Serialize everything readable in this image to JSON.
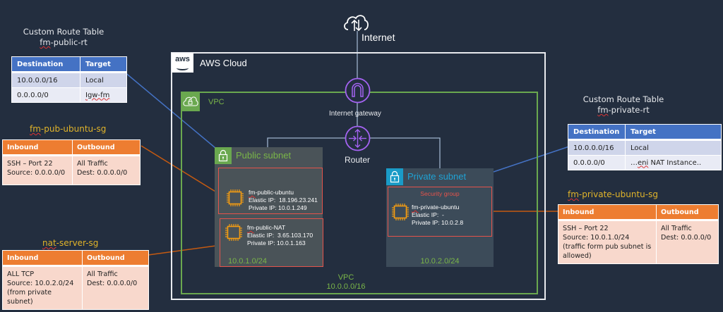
{
  "internet": {
    "label": "Internet",
    "icon": "internet-cloud-icon"
  },
  "aws_cloud": {
    "label": "AWS Cloud",
    "logo": "aws"
  },
  "vpc": {
    "label": "VPC",
    "footer_label": "VPC",
    "cidr": "10.0.0.0/16"
  },
  "internet_gateway": {
    "label": "Internet gateway"
  },
  "router": {
    "label": "Router"
  },
  "public_route_table": {
    "caption": "Custom Route Table",
    "name_prefix": "fm",
    "name_suffix": "-public-rt",
    "headers": [
      "Destination",
      "Target"
    ],
    "rows": [
      {
        "destination": "10.0.0.0/16",
        "target": "Local"
      },
      {
        "destination": "0.0.0.0/0",
        "target": "Igw-fm"
      }
    ]
  },
  "private_route_table": {
    "caption": "Custom Route Table",
    "name_prefix": "fm",
    "name_suffix": "-private-rt",
    "headers": [
      "Destination",
      "Target"
    ],
    "rows": [
      {
        "destination": "10.0.0.0/16",
        "target": "Local"
      },
      {
        "destination": "0.0.0.0/0",
        "target_prefix": "…",
        "target_wavy": "eni",
        "target_suffix": " NAT Instance.."
      }
    ]
  },
  "pub_ubuntu_sg": {
    "title_prefix": "fm",
    "title_suffix": "-pub-ubuntu-sg",
    "headers": [
      "Inbound",
      "Outbound"
    ],
    "inbound": "SSH – Port 22\nSource: 0.0.0.0/0",
    "outbound": "All Traffic\nDest: 0.0.0.0/0"
  },
  "nat_server_sg": {
    "title_prefix": "nat",
    "title_suffix": "-server-sg",
    "headers": [
      "Inbound",
      "Outbound"
    ],
    "inbound": "ALL TCP\nSource: 10.0.2.0/24\n(from private subnet)",
    "outbound": "All Traffic\nDest: 0.0.0.0/0"
  },
  "private_ubuntu_sg": {
    "title_prefix": "fm",
    "title_suffix": "-private-ubuntu-sg",
    "headers": [
      "Inbound",
      "Outbound"
    ],
    "inbound": "SSH – Port 22\nSource: 10.0.1.0/24\n(traffic form pub subnet is allowed)",
    "outbound": "All Traffic\nDest: 0.0.0.0/0"
  },
  "public_subnet": {
    "title": "Public subnet",
    "cidr": "10.0.1.0/24",
    "instances": [
      {
        "name_prefix": "fm",
        "name_suffix": "-public-ubuntu",
        "elastic_ip_label": "Elastic IP:",
        "elastic_ip": "18.196.23.241",
        "private_ip_label": "Private IP:",
        "private_ip": "10.0.1.249"
      },
      {
        "name_prefix": "fm",
        "name_suffix": "-public-NAT",
        "elastic_ip_label": "Elastic IP:",
        "elastic_ip": "3.65.103.170",
        "private_ip_label": "Private IP:",
        "private_ip": "10.0.1.163"
      }
    ]
  },
  "private_subnet": {
    "title": "Private subnet",
    "cidr": "10.0.2.0/24",
    "security_group_label": "Security group",
    "instances": [
      {
        "name_prefix": "fm",
        "name_suffix": "-private-ubuntu",
        "elastic_ip_label": "Elastic IP:",
        "elastic_ip": "-",
        "private_ip_label": "Private IP:",
        "private_ip": "10.0.2.8"
      }
    ]
  },
  "colors": {
    "background": "#232e3f",
    "vpc_green": "#6aa84f",
    "private_blue": "#1a9bc7",
    "sg_red": "#e5534b",
    "route_blue": "#4472c4",
    "sg_orange": "#ed7d31",
    "ec2_orange": "#f39c12",
    "igw_purple": "#a463f2"
  }
}
